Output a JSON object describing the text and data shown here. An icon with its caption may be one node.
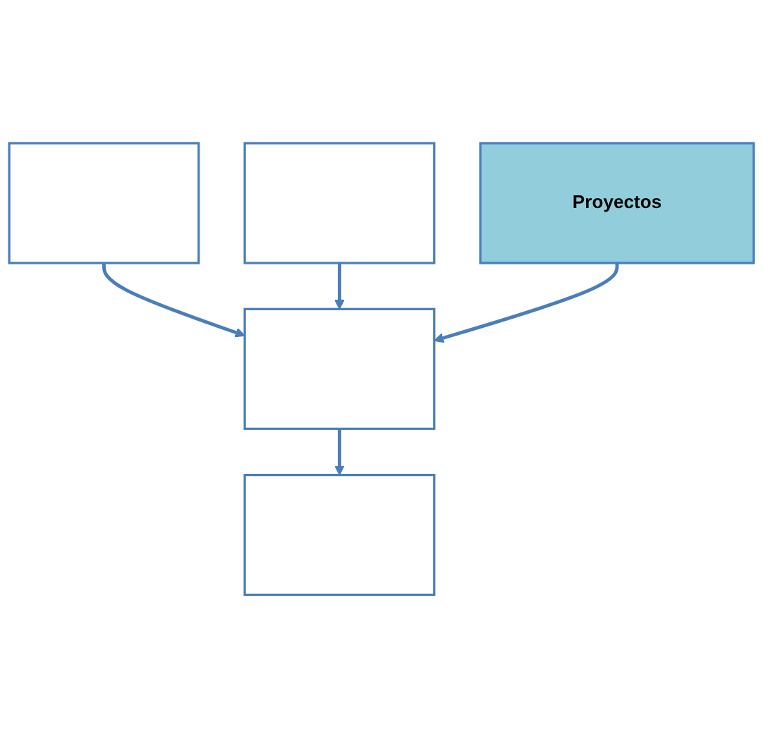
{
  "diagram": {
    "nodes": [
      {
        "text": [],
        "shape": "box"
      },
      {
        "text": [],
        "shape": "box"
      },
      {
        "text": [],
        "shape": "box"
      },
      {
        "text": [],
        "shape": "box"
      },
      {
        "text": [
          "Proyectos"
        ]
      }
    ],
    "edges": [
      {
        "from": 0,
        "to": 2,
        "arrow": "to"
      },
      {
        "from": 1,
        "to": 2,
        "arrow": "to"
      },
      {
        "from": 2,
        "to": 3,
        "arrow": "to"
      },
      {
        "from": 4,
        "to": 2,
        "arrow": "to"
      }
    ]
  }
}
